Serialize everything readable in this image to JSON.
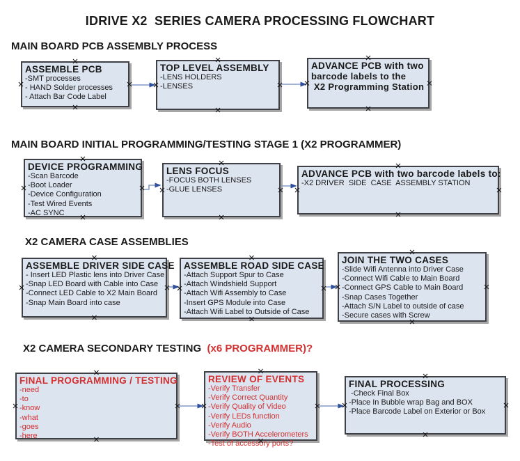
{
  "title": "IDRIVE X2  SERIES CAMERA PROCESSING FLOWCHART",
  "colors": {
    "box_fill": "#dce4f0",
    "box_border": "#3f3f46",
    "box_shadow": "#a6a6a6",
    "arrow_line": "#8398c7",
    "arrow_head": "#2e4f9e",
    "red_text": "#d32f2f",
    "black_text": "#1a1a1a"
  },
  "sections": [
    {
      "heading": "MAIN BOARD PCB ASSEMBLY PROCESS",
      "boxes": [
        {
          "title": "ASSEMBLE PCB",
          "lines": [
            "-SMT processes",
            "- HAND Solder processes",
            "- Attach Bar Code Label"
          ]
        },
        {
          "title": "TOP LEVEL ASSEMBLY",
          "lines": [
            "-LENS HOLDERS",
            "-LENSES"
          ]
        },
        {
          "title": "ADVANCE PCB with two",
          "lines": [
            "barcode labels to the",
            " X2 Programming Station"
          ]
        }
      ]
    },
    {
      "heading": "MAIN BOARD INITIAL PROGRAMMING/TESTING STAGE 1 (X2 PROGRAMMER)",
      "boxes": [
        {
          "title": "DEVICE PROGRAMMING",
          "lines": [
            "-Scan Barcode",
            "-Boot Loader",
            "-Device Configuration",
            "-Test Wired Events",
            "-AC SYNC"
          ]
        },
        {
          "title": "LENS FOCUS",
          "lines": [
            "-FOCUS BOTH LENSES",
            "-GLUE LENSES"
          ]
        },
        {
          "title": "ADVANCE PCB with two barcode labels to:",
          "lines": [
            "-X2 DRIVER  SIDE  CASE  ASSEMBLY STATION"
          ]
        }
      ]
    },
    {
      "heading": "X2 CAMERA CASE ASSEMBLIES",
      "boxes": [
        {
          "title": "ASSEMBLE DRIVER SIDE CASE",
          "lines": [
            "- Insert LED Plastic lens into Driver Case",
            "-Snap LED Board with Cable into Case",
            "-Connect LED Cable to X2 Main Board",
            "-Snap Main Board into case"
          ]
        },
        {
          "title": "ASSEMBLE ROAD SIDE CASE",
          "lines": [
            "-Attach Support Spur to Case",
            "-Attach Windshield Support",
            "-Attach Wifi Assembly to Case",
            "-Insert GPS Module into Case",
            "-Attach Wifi Label to Outside of Case"
          ]
        },
        {
          "title": "JOIN THE TWO CASES",
          "lines": [
            "-Slide Wifi Antenna into Driver Case",
            "-Connect Wifi Cable to Main Board",
            "-Connect GPS Cable to Main Board",
            "-Snap Cases Together",
            "-Attach S/N Label to outside of case",
            "-Secure cases with Screw"
          ]
        }
      ]
    },
    {
      "heading": "X2 CAMERA SECONDARY TESTING ",
      "heading_red": " (x6 PROGRAMMER)?",
      "boxes": [
        {
          "title": "FINAL PROGRAMMING / TESTING",
          "lines": [
            "-need",
            "-to",
            "-know",
            "-what",
            "-goes",
            "-here"
          ]
        },
        {
          "title": "REVIEW OF EVENTS",
          "lines": [
            "-Verify Transfer",
            "-Verify Correct Quantity",
            "-Verify Quality of Video",
            "-Verify LEDs function",
            "-Verify Audio",
            "-Verify BOTH Accelerometers",
            "-Test of accessory ports?"
          ]
        },
        {
          "title": "FINAL PROCESSING",
          "lines": [
            " -Check Final Box",
            "-Place In Bubble wrap Bag and BOX",
            "-Place Barcode Label on Exterior or Box"
          ]
        }
      ]
    }
  ]
}
